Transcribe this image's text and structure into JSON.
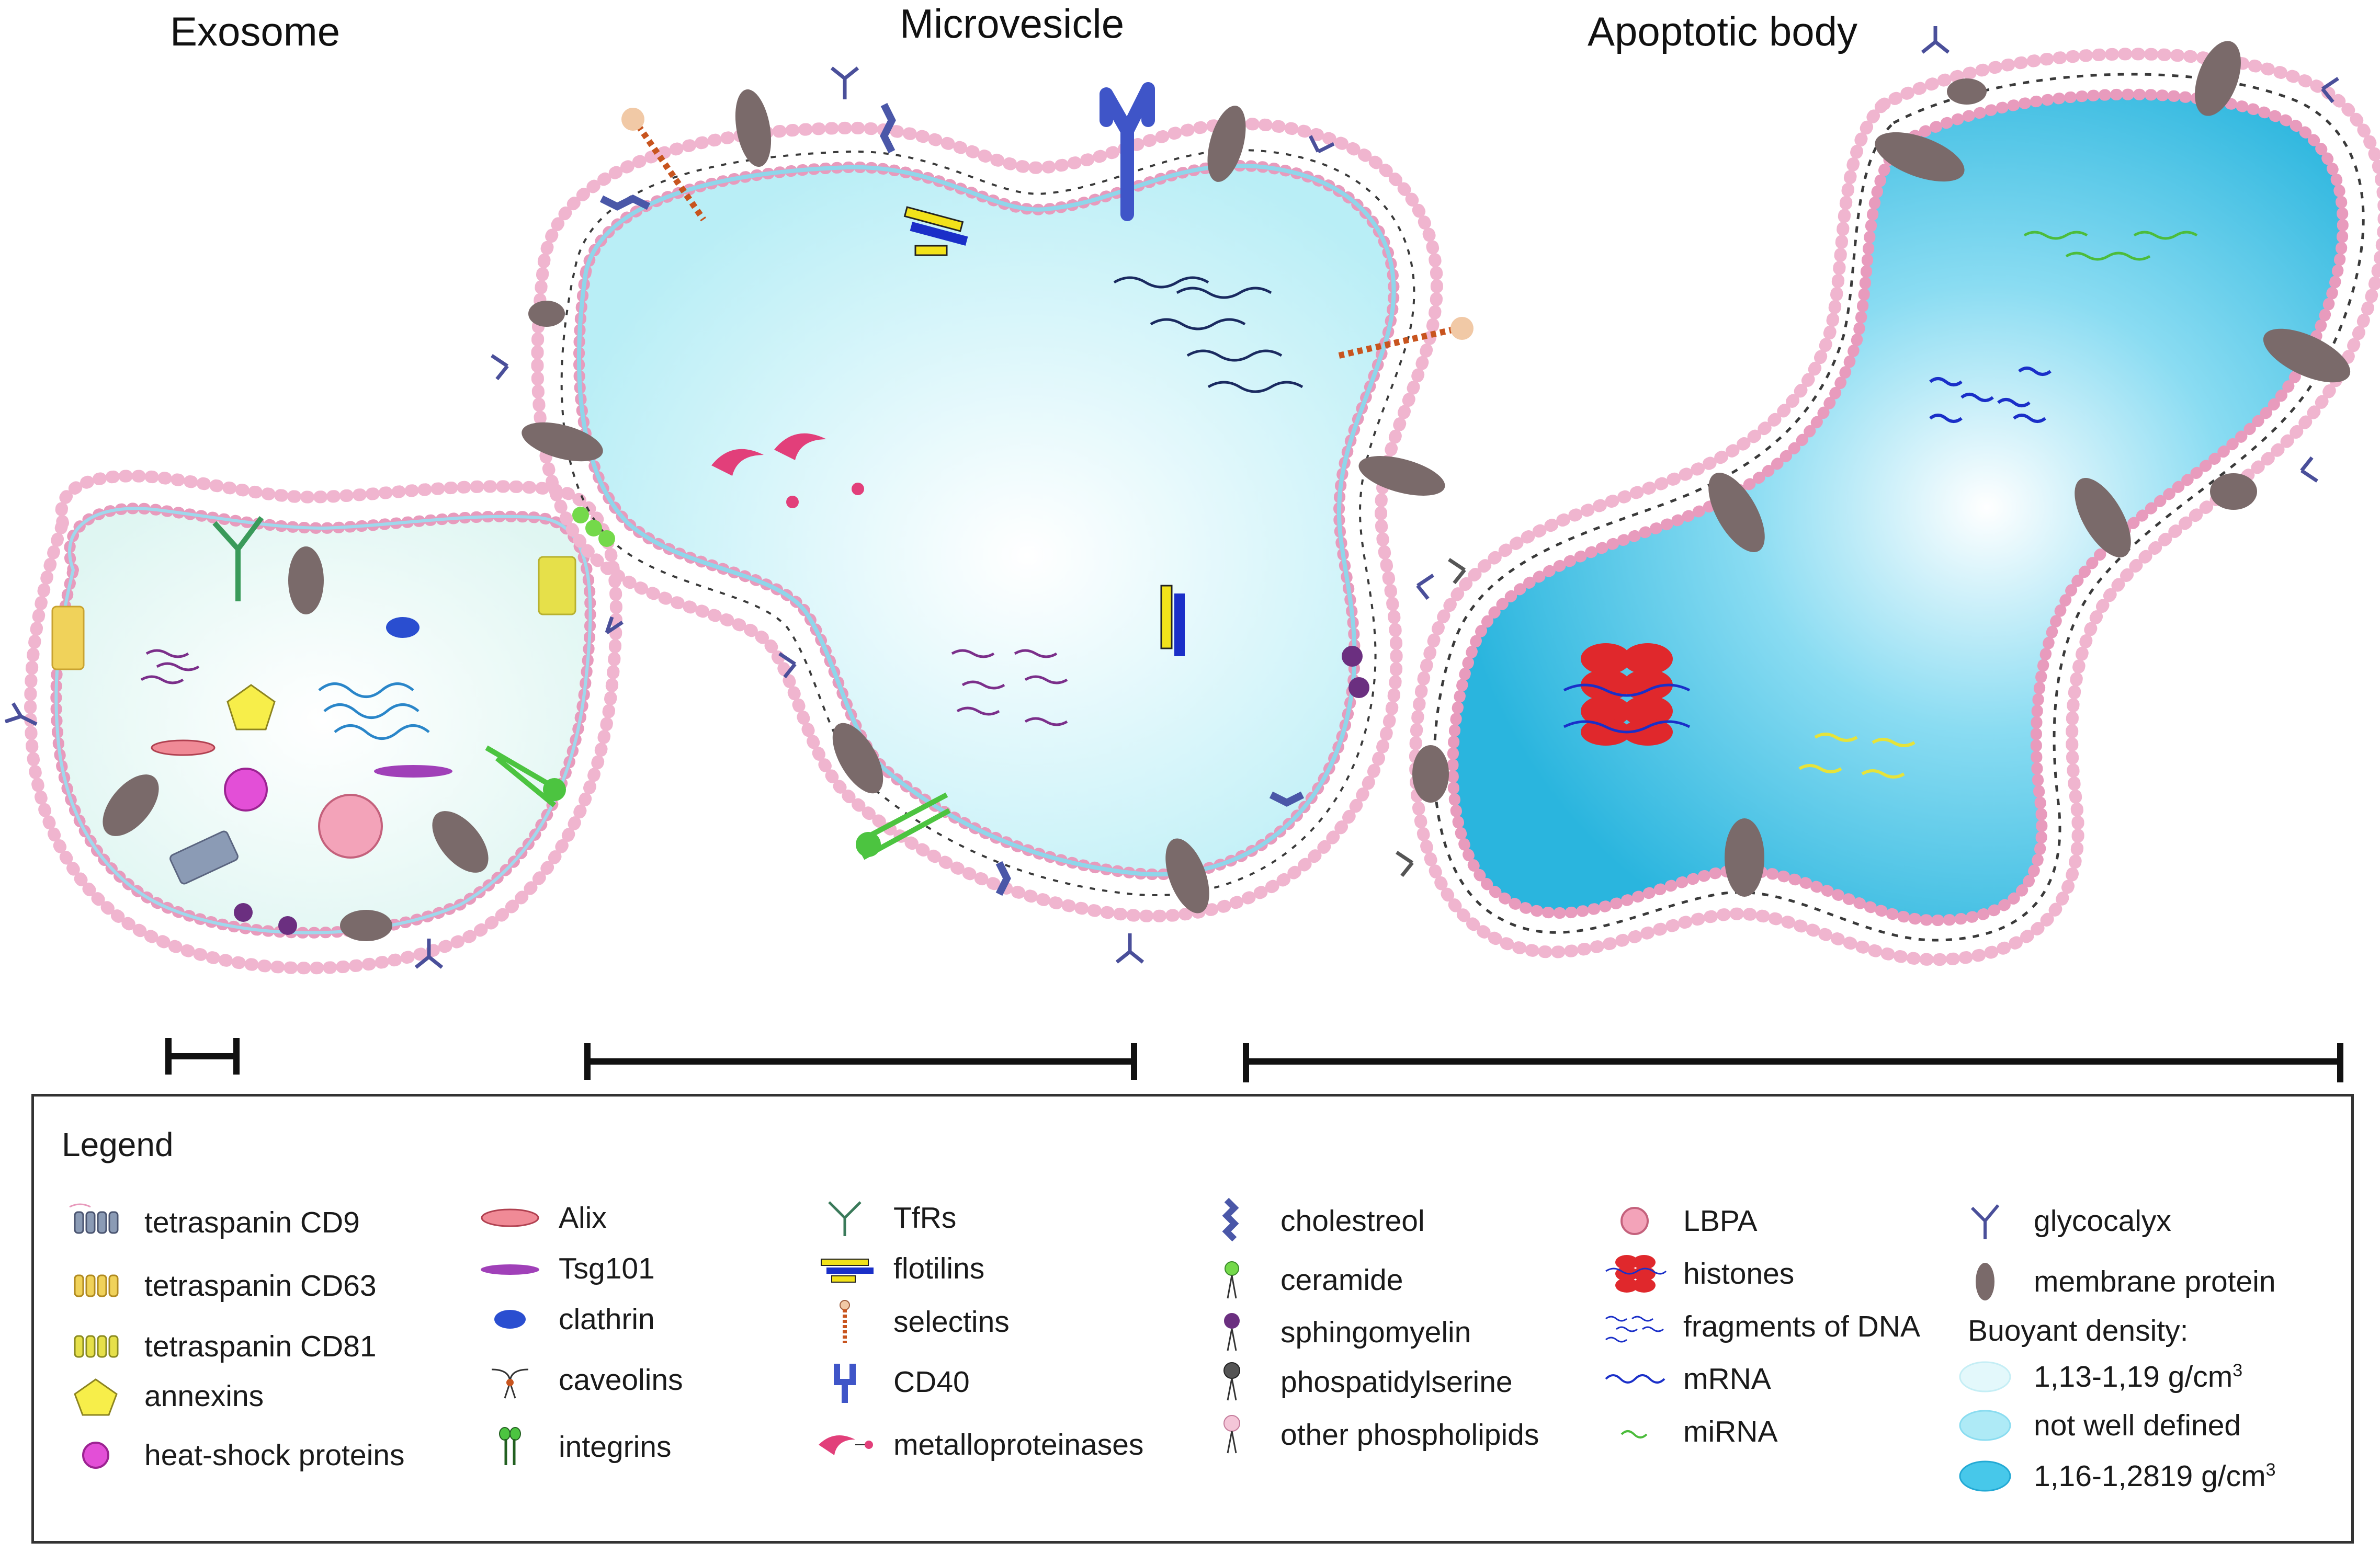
{
  "titles": {
    "exosome": "Exosome",
    "microvesicle": "Microvesicle",
    "apoptotic": "Apoptotic body"
  },
  "legend": {
    "title": "Legend",
    "items": {
      "cd9": "tetraspanin CD9",
      "cd63": "tetraspanin CD63",
      "cd81": "tetraspanin CD81",
      "annexins": "annexins",
      "hsp": "heat-shock proteins",
      "alix": "Alix",
      "tsg101": "Tsg101",
      "clathrin": "clathrin",
      "caveolins": "caveolins",
      "integrins": "integrins",
      "tfrs": "TfRs",
      "flotilins": "flotilins",
      "selectins": "selectins",
      "cd40": "CD40",
      "mmp": "metalloproteinases",
      "cholesterol": "cholestreol",
      "ceramide": "ceramide",
      "sphingomyelin": "sphingomyelin",
      "ps": "phospatidylserine",
      "other_pl": "other phospholipids",
      "lbpa": "LBPA",
      "histones": "histones",
      "dna": "fragments of DNA",
      "mrna": "mRNA",
      "mirna": "miRNA",
      "glycocalyx": "glycocalyx",
      "membrane_protein": "membrane protein",
      "buoyant_title": "Buoyant density:",
      "density1_text": "1,13-1,19 g/cm",
      "density1_sup": "3",
      "density2": "not well defined",
      "density3_text": "1,16-1,2819 g/cm",
      "density3_sup": "3"
    }
  },
  "colors": {
    "lumen_exosome": "#e8f9f7",
    "lumen_microvesicle": "#c8f3f8",
    "lumen_apoptotic": "#33c3e6",
    "membrane_protein": "#7a6a6a",
    "phospholipid": "#f4c6d8",
    "phosphatidylserine": "#555555",
    "glycocalyx": "#4a4f9a",
    "cholesterol": "#4a57a8",
    "ceramide": "#74d94a",
    "sphingomyelin": "#6b2f80",
    "histone": "#e0282c",
    "cd40": "#3f55c8",
    "flotilin_blue": "#1a2fc8",
    "flotilin_yellow": "#f2e21a",
    "mrna": "#1a2a60",
    "mirna_green": "#4cbc3c",
    "mirna_purple": "#7b2f8a",
    "mirna_yellow": "#e6e33a",
    "annexin": "#f7ee4a",
    "hsp": "#e34fd7",
    "lbpa": "#f3a3b9",
    "alix": "#f08a96",
    "tsg101": "#a040b8",
    "clathrin": "#2a4ed0",
    "selectin": "#c8541e",
    "mmp": "#e23f7a"
  }
}
